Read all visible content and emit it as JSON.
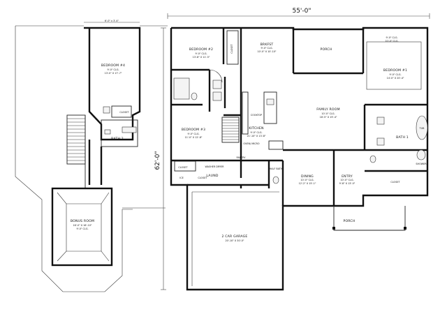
{
  "plan": {
    "overall_width": "55'-0\"",
    "overall_depth": "62'-0\"",
    "upper_width": "6'-0\" x 3'-4\""
  },
  "rooms": {
    "bedroom4": {
      "name": "BEDROOM #4",
      "l1": "9'-0\" CLG.",
      "l2": "13'-0\" X 17'-7\""
    },
    "closet_up": {
      "name": "CLOSET"
    },
    "bath2": {
      "name": "BATH 2"
    },
    "bonus": {
      "name": "BONUS ROOM",
      "l1": "16'-0\" X 16'-10\"",
      "l2": "9'-0\" CLG."
    },
    "bedroom2": {
      "name": "BEDROOM #2",
      "l1": "9'-0\" CLG.",
      "l2": "13'-8\" X 11'-5\""
    },
    "closet_b2": {
      "name": "CLOSET"
    },
    "bedroom3": {
      "name": "BEDROOM #3",
      "l1": "9'-0\" CLG.",
      "l2": "11'-0\" X 12'-8\""
    },
    "closet_b3": {
      "name": "CLOSET"
    },
    "brkfst": {
      "name": "BRKFST",
      "l1": "9'-0\" CLG.",
      "l2": "10'-0\" X 10'-10\""
    },
    "porch_rear": {
      "name": "PORCH"
    },
    "kitchen": {
      "name": "KITCHEN",
      "l1": "9'-0\" CLG.",
      "l2": "21'-10\" X 13'-8\""
    },
    "cooktop": {
      "name": "COOKTOP"
    },
    "oven": {
      "name": "OVEN/ MICRO"
    },
    "pantry": {
      "name": "PANTRY"
    },
    "half_bath": {
      "name": "HALF BATH"
    },
    "laund": {
      "name": "LAUND"
    },
    "washer_dryer": {
      "name": "WASHER DRYER"
    },
    "family": {
      "name": "FAMILY ROOM",
      "l1": "10'-0\" CLG.",
      "l2": "18'-5\" X 19'-4\""
    },
    "bedroom1": {
      "name": "BEDROOM #1",
      "l1": "9'-0\" CLG.",
      "l2": "14'-0\" X 20'-4\""
    },
    "master_clg": {
      "l1": "9'-0\" CLG.",
      "l2": "10'-0\" CLG."
    },
    "bath1": {
      "name": "BATH 1"
    },
    "tub": {
      "name": "TUB"
    },
    "shower": {
      "name": "SHOWER"
    },
    "closet_m": {
      "name": "CLOSET"
    },
    "dining": {
      "name": "DINING",
      "l1": "10'-0\" CLG.",
      "l2": "12'-2\" X 15'-1\""
    },
    "entry": {
      "name": "ENTRY",
      "l1": "10'-0\" CLG.",
      "l2": "9'-8\" X 13'-0\""
    },
    "porch_front": {
      "name": "PORCH"
    },
    "garage": {
      "name": "2 CAR GARAGE",
      "l1": "20'-10\" X 30'-0\""
    },
    "closet_g": {
      "name": "CLOSET"
    },
    "ice": {
      "name": "ICE"
    }
  },
  "colors": {
    "ink": "#111111",
    "paper": "#ffffff",
    "fixture": "#f4f4f4"
  }
}
